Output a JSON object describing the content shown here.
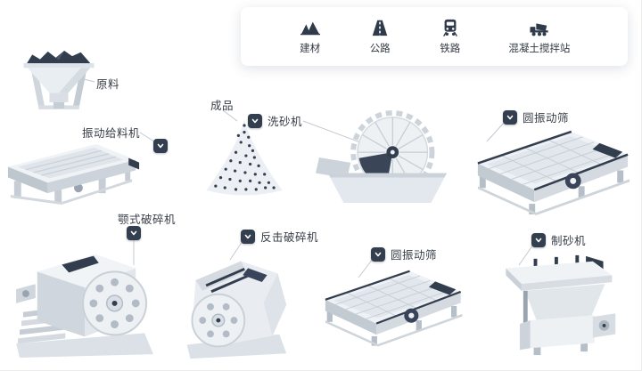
{
  "legend": {
    "items": [
      {
        "id": "building-materials",
        "label": "建材"
      },
      {
        "id": "highway",
        "label": "公路"
      },
      {
        "id": "railway",
        "label": "铁路"
      },
      {
        "id": "concrete-mixing-plant",
        "label": "混凝土搅拌站"
      }
    ]
  },
  "machines": {
    "raw_material": {
      "label": "原料"
    },
    "vibrating_feeder": {
      "label": "振动给料机"
    },
    "finished_product": {
      "label": "成品"
    },
    "sand_washer": {
      "label": "洗砂机"
    },
    "circular_vibrating_screen_top": {
      "label": "圆振动筛"
    },
    "jaw_crusher": {
      "label": "颚式破碎机"
    },
    "impact_crusher": {
      "label": "反击破碎机"
    },
    "circular_vibrating_screen_bottom": {
      "label": "圆振动筛"
    },
    "sand_making_machine": {
      "label": "制砂机"
    }
  },
  "icons": {
    "hotspot": "chevron-down"
  },
  "colors": {
    "background": "#ffffff",
    "machine_light": "#eef1f4",
    "machine_dark": "#333e4f",
    "label_text": "#373d46",
    "connector": "#c3c9d0",
    "badge": "#333e4f"
  }
}
